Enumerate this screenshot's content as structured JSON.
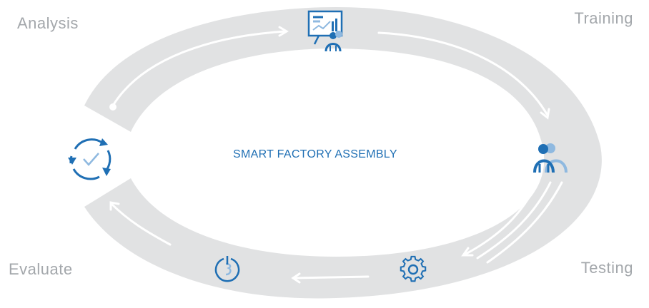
{
  "stages": {
    "analysis": "Analysis",
    "training": "Training",
    "evaluate": "Evaluate",
    "testing": "Testing"
  },
  "center_title": "SMART FACTORY ASSEMBLY",
  "icons": [
    "presentation-icon",
    "team-icon",
    "gear-icon",
    "dial-icon",
    "cycle-check-icon"
  ],
  "colors": {
    "ring": "#e1e2e3",
    "arrow": "#ffffff",
    "primary_blue": "#1f6fb4",
    "light_blue": "#8fb9e0",
    "label_gray": "#a3a7ab"
  }
}
